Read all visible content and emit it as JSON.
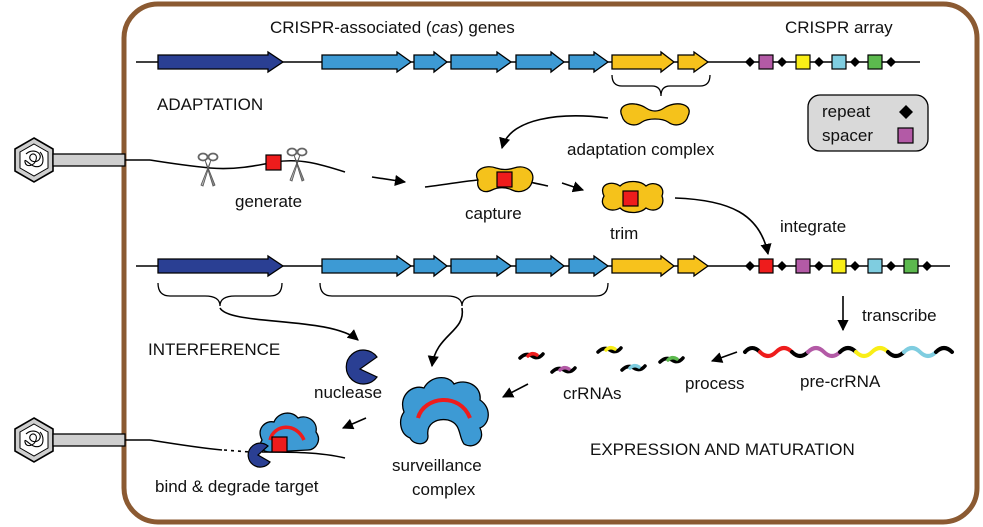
{
  "headers": {
    "cas_prefix": "CRISPR-associated (",
    "cas_italic": "cas",
    "cas_suffix": ") genes",
    "array": "CRISPR array"
  },
  "sections": {
    "adaptation": "ADAPTATION",
    "interference": "INTERFERENCE",
    "expression": "EXPRESSION AND MATURATION"
  },
  "steps": {
    "generate": "generate",
    "capture": "capture",
    "trim": "trim",
    "integrate": "integrate",
    "transcribe": "transcribe",
    "process": "process",
    "bind_degrade": "bind & degrade target"
  },
  "molecules": {
    "adaptation_complex": "adaptation complex",
    "nuclease": "nuclease",
    "surveillance_line1": "surveillance",
    "surveillance_line2": "complex",
    "crrnas": "crRNAs",
    "pre_crrna": "pre-crRNA"
  },
  "legend": {
    "repeat": "repeat",
    "spacer": "spacer"
  },
  "colors": {
    "cell_border": "#8b5a32",
    "nuclease_gene": "#2a3f93",
    "cas_gene": "#3d9ad4",
    "adaptation_gene": "#f7c21c",
    "adaptation_complex": "#f5c21b",
    "surveillance_complex": "#3d9ad4",
    "nuclease": "#2a3f93",
    "protospacer": "#ee1c1c",
    "legend_box": "#d9d9d9",
    "spacers": [
      "#ee1c1c",
      "#b35aa6",
      "#f9ee17",
      "#7fcde0",
      "#5cb94e"
    ]
  }
}
